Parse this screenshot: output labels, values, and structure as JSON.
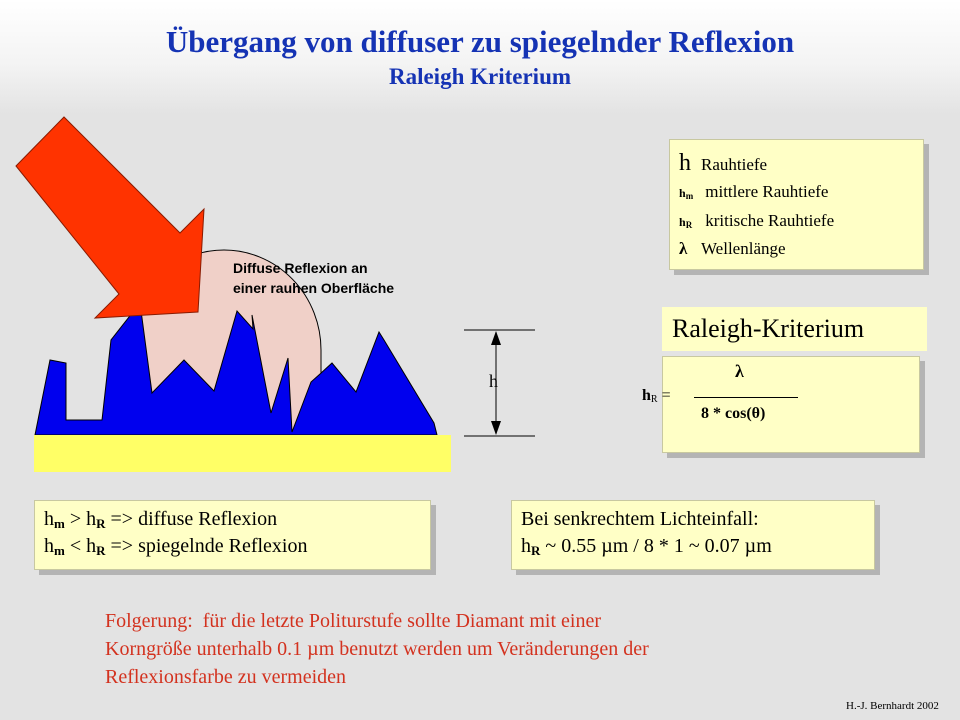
{
  "header": {
    "title": "Übergang von diffuser zu spiegelnder Reflexion",
    "subtitle": "Raleigh Kriterium"
  },
  "diagram": {
    "diffuse_line1": "Diffuse Reflexion an",
    "diffuse_line2": "einer rauhen Oberfläche",
    "height_label": "h",
    "colors": {
      "arrow": "#ff3300",
      "peaks": "#0000ee",
      "base": "#ffff66",
      "halo": "#f0d0c8"
    }
  },
  "legend": {
    "h": {
      "sym": "h",
      "text": "Rauhtiefe"
    },
    "hm": {
      "sym": "h",
      "sub": "m",
      "text": "mittlere Rauhtiefe"
    },
    "hr": {
      "sym": "h",
      "sub": "R",
      "text": "kritische Rauhtiefe"
    },
    "lambda": {
      "sym": "λ",
      "text": "Wellenlänge"
    }
  },
  "formula": {
    "title": "Raleigh-Kriterium",
    "lhs": "h",
    "lhs_sub": "R",
    "eq": "=",
    "numerator": "λ",
    "denominator": "8 * cos(θ)"
  },
  "conditions": {
    "line1": {
      "a": "h",
      "a_sub": "m",
      "op": " > ",
      "b": "h",
      "b_sub": "R",
      "text": " => diffuse Reflexion"
    },
    "line2": {
      "a": "h",
      "a_sub": "m",
      "op": " < ",
      "b": "h",
      "b_sub": "R",
      "text": " => spiegelnde Reflexion"
    }
  },
  "perpendicular": {
    "line1": "Bei senkrechtem Lichteinfall:",
    "line2_sym": "h",
    "line2_sub": "R",
    "line2_text": " ~ 0.55 µm / 8 * 1 ~ 0.07 µm"
  },
  "conclusion": {
    "line1": "Folgerung:  für die letzte Politurstufe sollte Diamant mit einer",
    "line2": "Korngröße unterhalb 0.1 µm benutzt werden um Veränderungen der",
    "line3": "Reflexionsfarbe zu vermeiden"
  },
  "credit": "H.-J. Bernhardt 2002"
}
